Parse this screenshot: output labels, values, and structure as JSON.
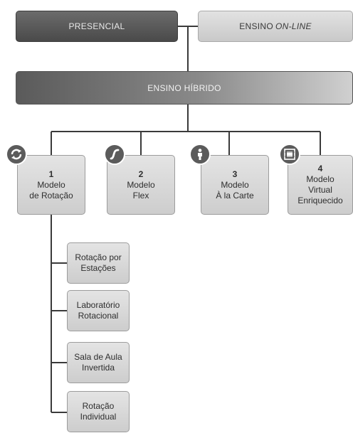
{
  "top": {
    "presencial": "PRESENCIAL",
    "online_prefix": "ENSINO",
    "online_italic": "ON-LINE"
  },
  "hybrid": "ENSINO HÍBRIDO",
  "models": [
    {
      "num": "1",
      "line1": "Modelo",
      "line2": "de Rotação",
      "line3": "",
      "icon": "rotation-icon"
    },
    {
      "num": "2",
      "line1": "Modelo",
      "line2": "Flex",
      "line3": "",
      "icon": "flex-icon"
    },
    {
      "num": "3",
      "line1": "Modelo",
      "line2": "À la Carte",
      "line3": "",
      "icon": "person-icon"
    },
    {
      "num": "4",
      "line1": "Modelo",
      "line2": "Virtual",
      "line3": "Enriquecido",
      "icon": "layers-icon"
    }
  ],
  "rotation_submodels": [
    {
      "line1": "Rotação por",
      "line2": "Estações"
    },
    {
      "line1": "Laboratório",
      "line2": "Rotacional"
    },
    {
      "line1": "Sala de Aula",
      "line2": "Invertida"
    },
    {
      "line1": "Rotação",
      "line2": "Individual"
    }
  ],
  "colors": {
    "dark_box": "#4a4a4a",
    "light_box": "#d6d6d6",
    "connector": "#3a3a3a",
    "icon_bg": "#5b5b5b"
  }
}
